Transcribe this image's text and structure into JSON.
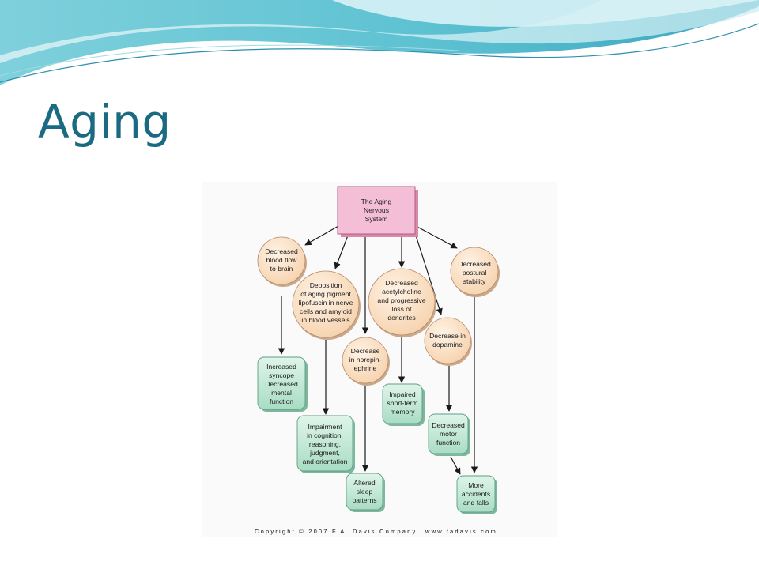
{
  "slide": {
    "title": "Aging",
    "accent_color": "#1a6a82"
  },
  "diagram": {
    "root": [
      "The Aging",
      "Nervous",
      "System"
    ],
    "causes": {
      "blood_flow": [
        "Decreased",
        "blood flow",
        "to brain"
      ],
      "pigment": [
        "Deposition",
        "of aging pigment",
        "lipofuscin in nerve",
        "cells and amyloid",
        "in blood vessels"
      ],
      "norepinephrine": [
        "Decrease",
        "in norepin-",
        "ephrine"
      ],
      "acetylcholine": [
        "Decreased",
        "acetylcholine",
        "and progressive",
        "loss of",
        "dendrites"
      ],
      "dopamine": [
        "Decrease in",
        "dopamine"
      ],
      "postural": [
        "Decreased",
        "postural",
        "stability"
      ]
    },
    "effects": {
      "syncope": [
        "Increased",
        "syncope",
        "Decreased",
        "mental",
        "function"
      ],
      "cognition": [
        "Impairment",
        "in cognition,",
        "reasoning,",
        "judgment,",
        "and orientation"
      ],
      "sleep": [
        "Altered",
        "sleep",
        "patterns"
      ],
      "memory": [
        "Impaired",
        "short-term",
        "memory"
      ],
      "motor": [
        "Decreased",
        "motor",
        "function"
      ],
      "accidents": [
        "More",
        "accidents",
        "and falls"
      ]
    },
    "copyright": "Copyright © 2007 F.A. Davis Company",
    "website": "www.fadavis.com",
    "colors": {
      "root_fill": "#f2b8d0",
      "cause_fill": "#fbe0c4",
      "effect_fill": "#c5ead8"
    }
  }
}
